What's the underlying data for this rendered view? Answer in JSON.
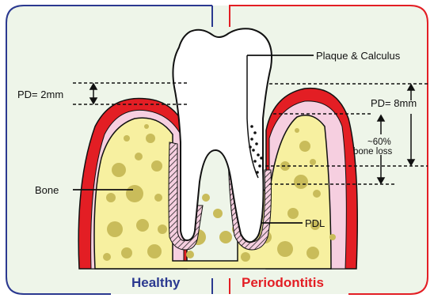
{
  "labels": {
    "plaque": "Plaque & Calculus",
    "pd_healthy": "PD= 2mm",
    "pd_perio": "PD= 8mm",
    "bone_loss_pct": "~60%",
    "bone_loss_text": "bone loss",
    "bone": "Bone",
    "pdl": "PDL"
  },
  "footer": {
    "healthy": "Healthy",
    "periodontitis": "Periodontitis"
  },
  "colors": {
    "healthy_frame": "#2b3990",
    "perio_frame": "#e31e24",
    "gum_red": "#e31e24",
    "gum_pink": "#f6cfe0",
    "bone_fill": "#f7f0a0",
    "bone_spots": "#c9bc5a",
    "background": "#eef5e9"
  }
}
